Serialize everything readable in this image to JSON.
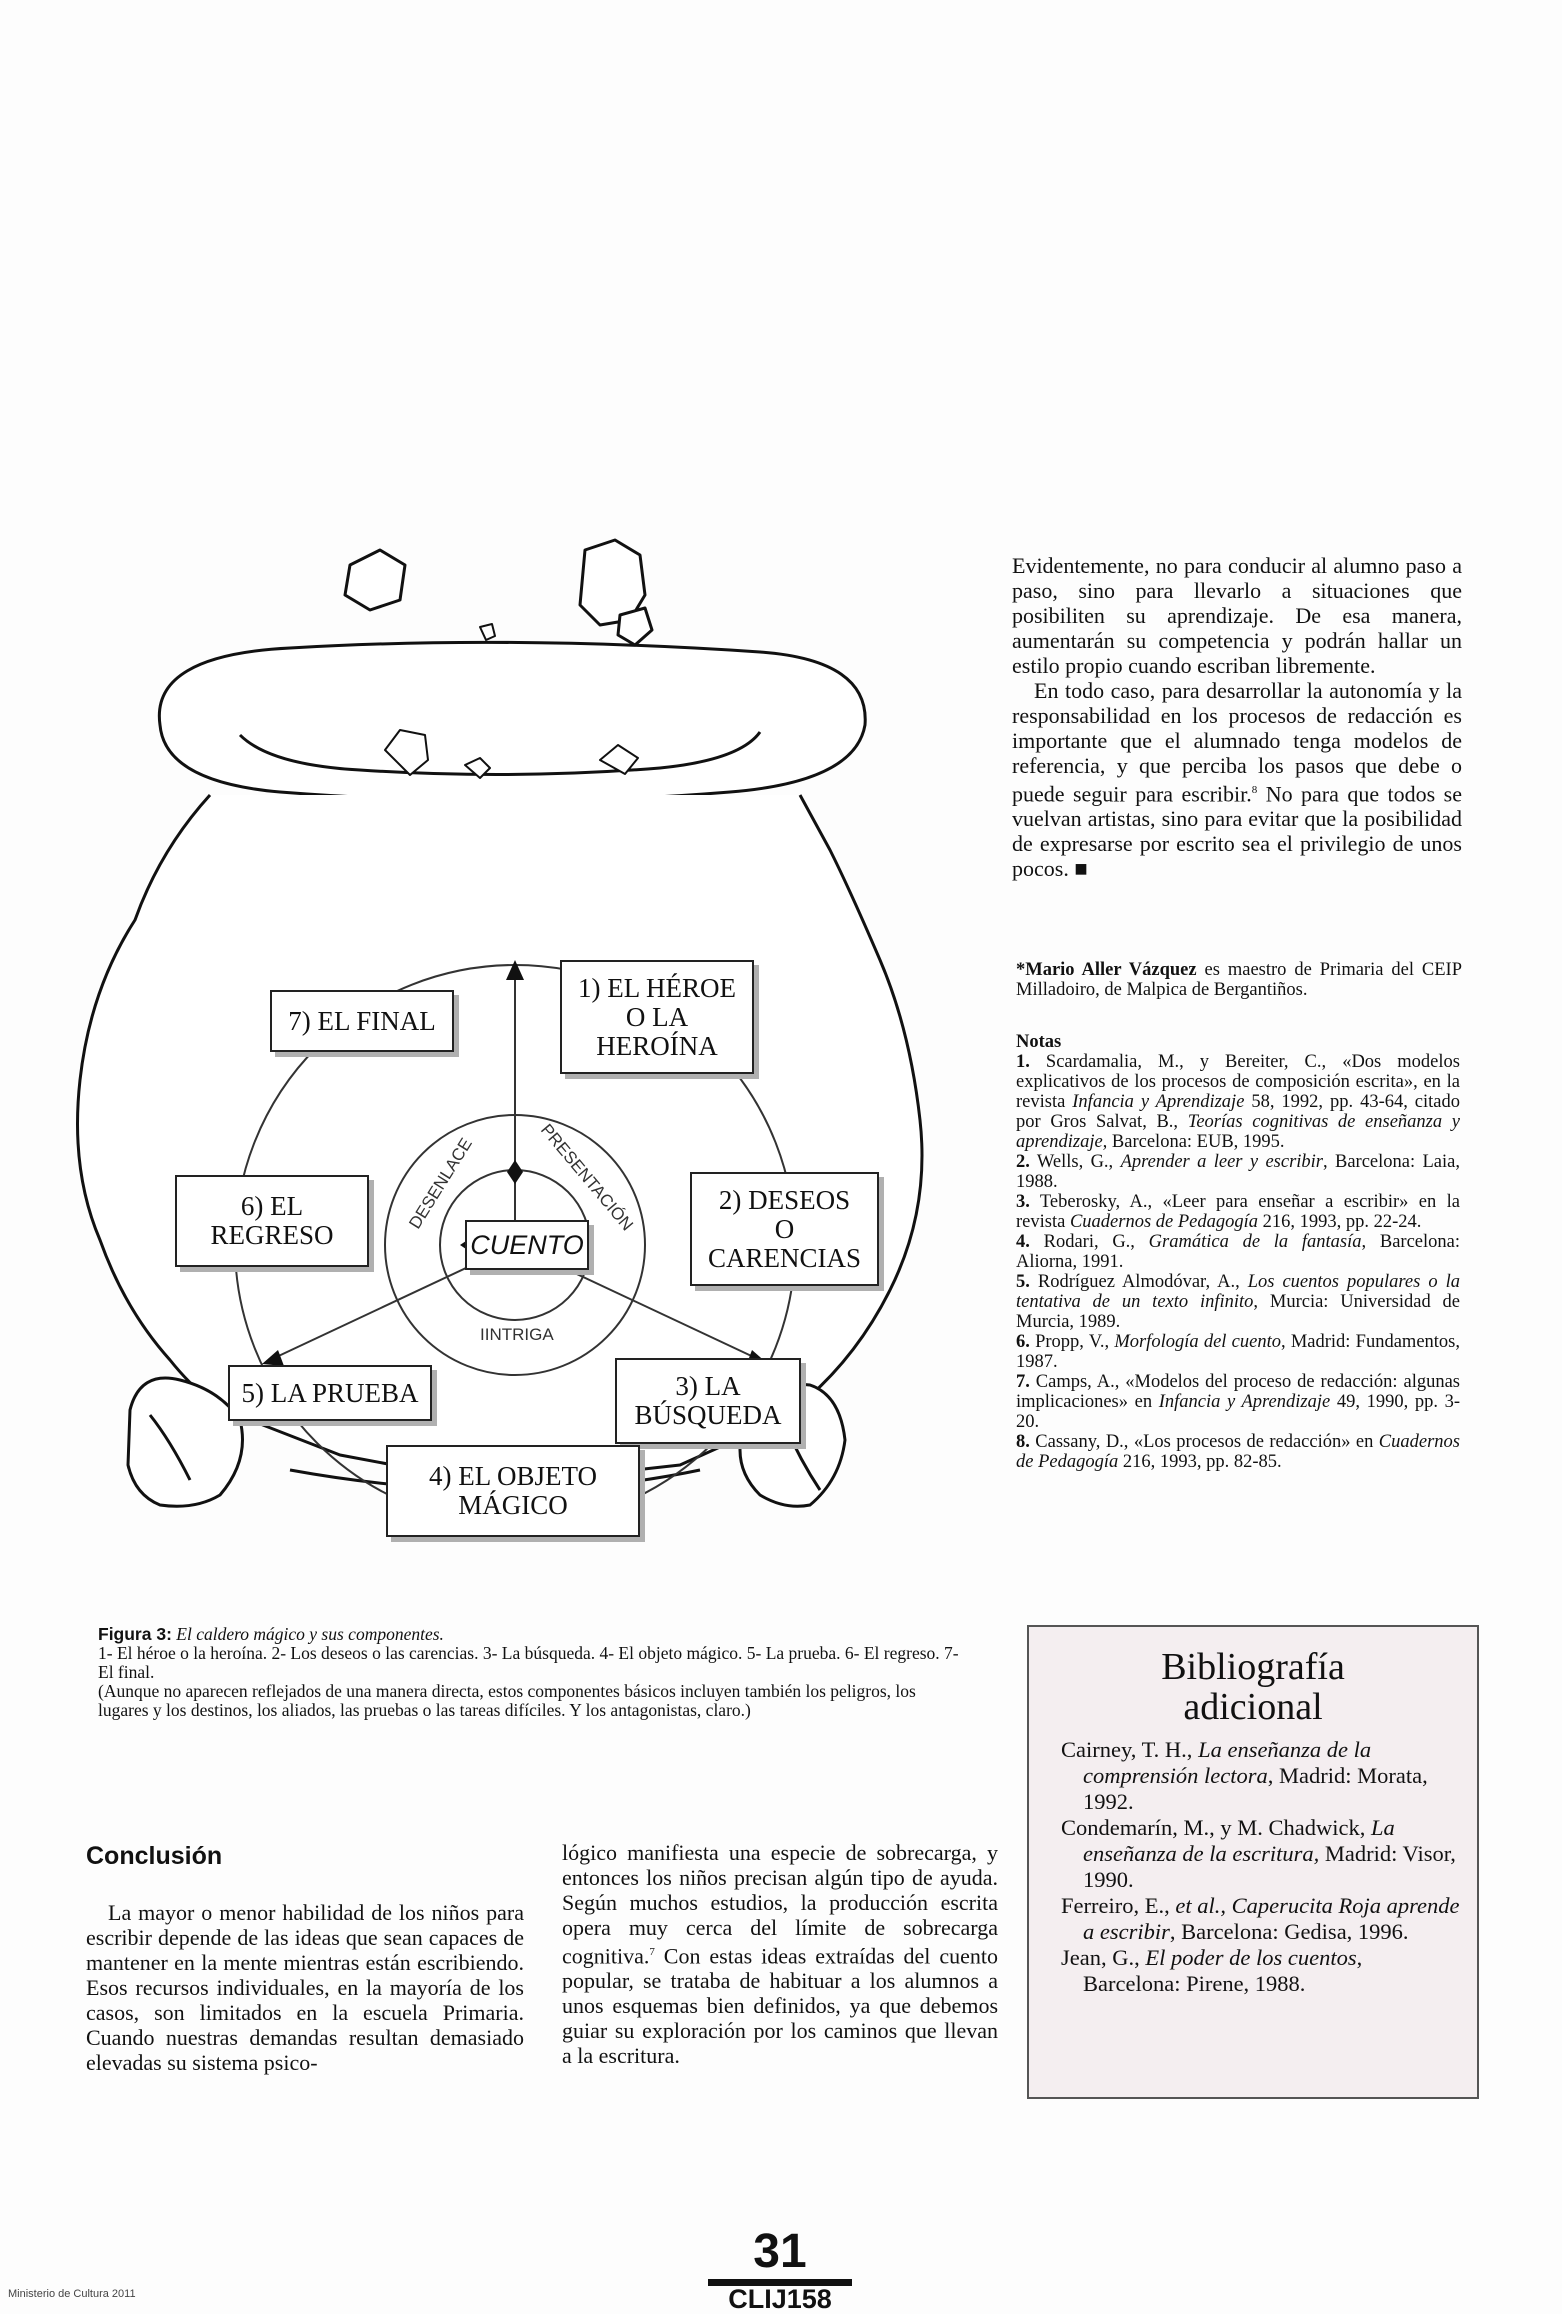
{
  "right_top": {
    "p1": "Evidentemente, no para conducir al alumno paso a paso, sino para llevarlo a situaciones que posibiliten su aprendizaje. De esa manera, aumentarán su competencia y podrán hallar un estilo propio cuando escriban libremente.",
    "p2": "En todo caso, para desarrollar la autonomía y la responsabilidad en los procesos de redacción es importante que el alumnado tenga modelos de referencia, y que perciba los pasos que debe o puede seguir para escribir.",
    "p2_sup": "8",
    "p2_end": " No para que todos se vuelvan artistas, sino para evitar que la posibilidad de expresarse por escrito sea el privilegio de unos pocos. ■"
  },
  "author": {
    "name": "*Mario Aller Vázquez",
    "desc": " es maestro de Primaria del CEIP Milladoiro, de Malpica de Bergantiños."
  },
  "notes": {
    "title": "Notas",
    "n1_num": "1.",
    "n1_a": " Scardamalia, M., y Bereiter, C., «Dos modelos explicativos de los procesos de composición escrita», en la revista ",
    "n1_i": "Infancia y Aprendizaje",
    "n1_b": " 58, 1992, pp. 43-64, citado por Gros Salvat, B., ",
    "n1_i2": "Teorías cognitivas de enseñanza y aprendizaje,",
    "n1_c": " Barcelona: EUB, 1995.",
    "n2_num": "2.",
    "n2_a": " Wells, G., ",
    "n2_i": "Aprender a leer y escribir",
    "n2_b": ", Barcelona: Laia, 1988.",
    "n3_num": "3.",
    "n3_a": " Teberosky, A., «Leer para enseñar a escribir» en la revista ",
    "n3_i": "Cuadernos de Pedagogía",
    "n3_b": " 216, 1993, pp. 22-24.",
    "n4_num": "4.",
    "n4_a": " Rodari, G., ",
    "n4_i": "Gramática de la fantasía",
    "n4_b": ", Barcelona: Aliorna, 1991.",
    "n5_num": "5.",
    "n5_a": " Rodríguez Almodóvar, A., ",
    "n5_i": "Los cuentos populares o la tentativa de un texto infinito",
    "n5_b": ", Murcia: Universidad de Murcia, 1989.",
    "n6_num": "6.",
    "n6_a": " Propp, V., ",
    "n6_i": "Morfología del cuento",
    "n6_b": ", Madrid: Fundamentos, 1987.",
    "n7_num": "7.",
    "n7_a": " Camps, A., «Modelos del proceso de redacción: algunas implicaciones» en ",
    "n7_i": "Infancia y Aprendizaje",
    "n7_b": " 49, 1990, pp. 3-20.",
    "n8_num": "8.",
    "n8_a": " Cassany, D., «Los procesos de redacción» en ",
    "n8_i": "Cuadernos de Pedagogía",
    "n8_b": " 216, 1993, pp. 82-85."
  },
  "diagram": {
    "box1": "1) EL HÉROE\nO LA\nHEROÍNA",
    "box2": "2) DESEOS\nO\nCARENCIAS",
    "box3": "3) LA\nBÚSQUEDA",
    "box4": "4) EL OBJETO\nMÁGICO",
    "box5": "5) LA PRUEBA",
    "box6": "6) EL\nREGRESO",
    "box7": "7) EL FINAL",
    "center": "CUENTO",
    "ring_desenlace": "DESENLACE",
    "ring_presentacion": "PRESENTACIÓN",
    "ring_intriga": "IINTRIGA"
  },
  "caption": {
    "label": "Figura 3:",
    "title": " El caldero mágico y sus componentes.",
    "line1": "1- El héroe o la heroína. 2- Los deseos o las carencias. 3- La búsqueda. 4- El objeto mágico. 5- La prueba. 6- El regreso. 7- El final.",
    "line2": "(Aunque no aparecen reflejados de una manera directa, estos componentes básicos incluyen también los peligros, los lugares y los destinos, los aliados, las pruebas o las tareas difíciles. Y los antagonistas, claro.)"
  },
  "conclusion": {
    "title": "Conclusión",
    "col1": "La mayor o menor habilidad de los niños para escribir depende de las ideas que sean capaces de mantener en la mente mientras están escribiendo. Esos recursos individuales, en la mayoría de los casos, son limitados en la escuela Primaria. Cuando nuestras demandas resultan demasiado elevadas su sistema psico-",
    "col2a": "lógico manifiesta una especie de sobrecarga, y entonces los niños precisan algún tipo de ayuda. Según muchos estudios, la producción escrita opera muy cerca del límite de sobrecarga cognitiva.",
    "col2_sup": "7",
    "col2b": " Con estas ideas extraídas del cuento popular, se trataba de habituar a los alumnos a unos esquemas bien definidos, ya que debemos guiar su exploración por los caminos que llevan a la escritura."
  },
  "biblio": {
    "title": "Bibliografía\nadicional",
    "e1a": "Cairney, T. H., ",
    "e1i": "La enseñanza de la comprensión lectora",
    "e1b": ", Madrid: Morata, 1992.",
    "e2a": "Condemarín, M., y M. Chadwick, ",
    "e2i": "La enseñanza de la escritura,",
    "e2b": " Madrid: Visor, 1990.",
    "e3a": "Ferreiro, E., ",
    "e3i": "et al., Caperucita Roja aprende a escribir",
    "e3b": ", Barcelona: Gedisa, 1996.",
    "e4a": "Jean, G., ",
    "e4i": "El poder de los cuentos",
    "e4b": ", Barcelona: Pirene, 1988."
  },
  "footer": {
    "page": "31",
    "magazine": "CLIJ158",
    "credit": "Ministerio de Cultura 2011"
  }
}
